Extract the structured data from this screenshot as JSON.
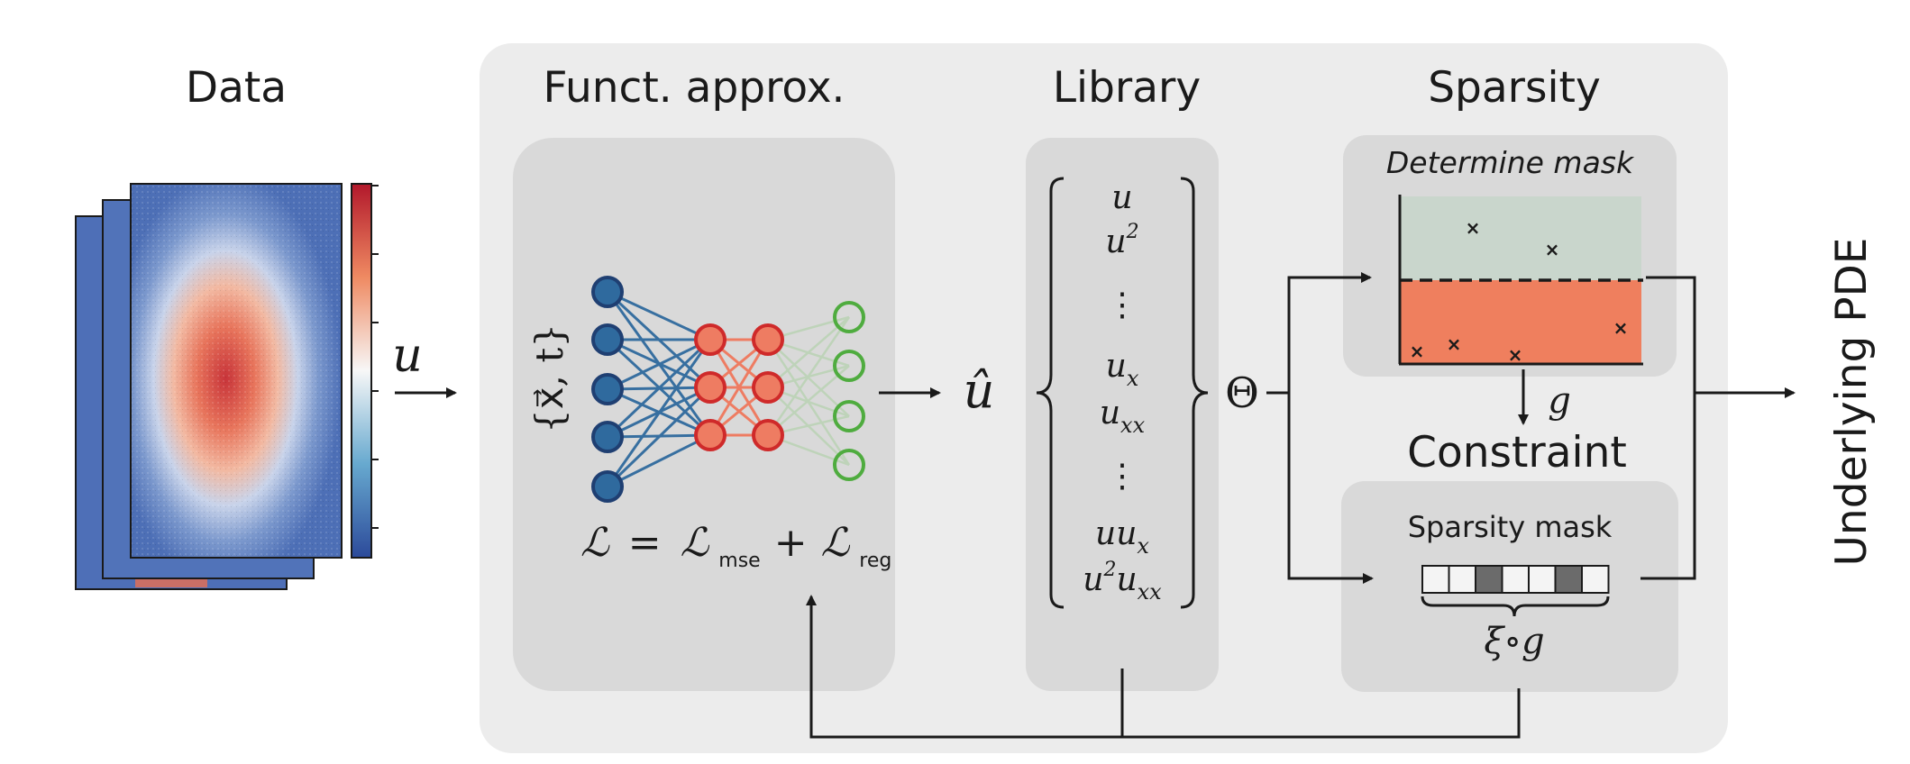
{
  "titles": {
    "data": "Data",
    "funct": "Funct. approx.",
    "library": "Library",
    "sparsity": "Sparsity",
    "constraint": "Constraint",
    "output": "Underlying PDE"
  },
  "labels": {
    "u": "u",
    "inputs": "{x⃗, t}",
    "u_hat": "û",
    "theta": "Θ",
    "g": "g",
    "determine_mask": "Determine mask",
    "sparsity_mask": "Sparsity mask",
    "xi_g": "ξ∘g",
    "loss": {
      "lhs": "ℒ",
      "eq": "=",
      "mse_sym": "ℒ",
      "mse_sub": "mse",
      "plus": "+",
      "reg_sym": "ℒ",
      "reg_sub": "reg"
    }
  },
  "library_terms": [
    {
      "base": "u",
      "sup": "",
      "sub": ""
    },
    {
      "base": "u",
      "sup": "2",
      "sub": ""
    },
    {
      "base": "⋮",
      "sup": "",
      "sub": ""
    },
    {
      "base": "u",
      "sup": "",
      "sub": "x"
    },
    {
      "base": "u",
      "sup": "",
      "sub": "xx"
    },
    {
      "base": "⋮",
      "sup": "",
      "sub": ""
    },
    {
      "base": "uu",
      "sup": "",
      "sub": "x"
    },
    {
      "base": "u",
      "sup": "2",
      "sub": "u",
      "tail_sub": "xx"
    }
  ],
  "mask_cells": [
    0,
    0,
    1,
    0,
    0,
    1,
    0
  ],
  "colors": {
    "panel_outer": "#ececec",
    "panel_inner": "#d9d9d9",
    "nn_blue": "#2f6a9e",
    "nn_red": "#ee7c62",
    "nn_green": "#5aae4a",
    "mask_good": "#c9d6cc",
    "mask_bad": "#ef7f5e",
    "mask_on": "#6b6b6b"
  }
}
